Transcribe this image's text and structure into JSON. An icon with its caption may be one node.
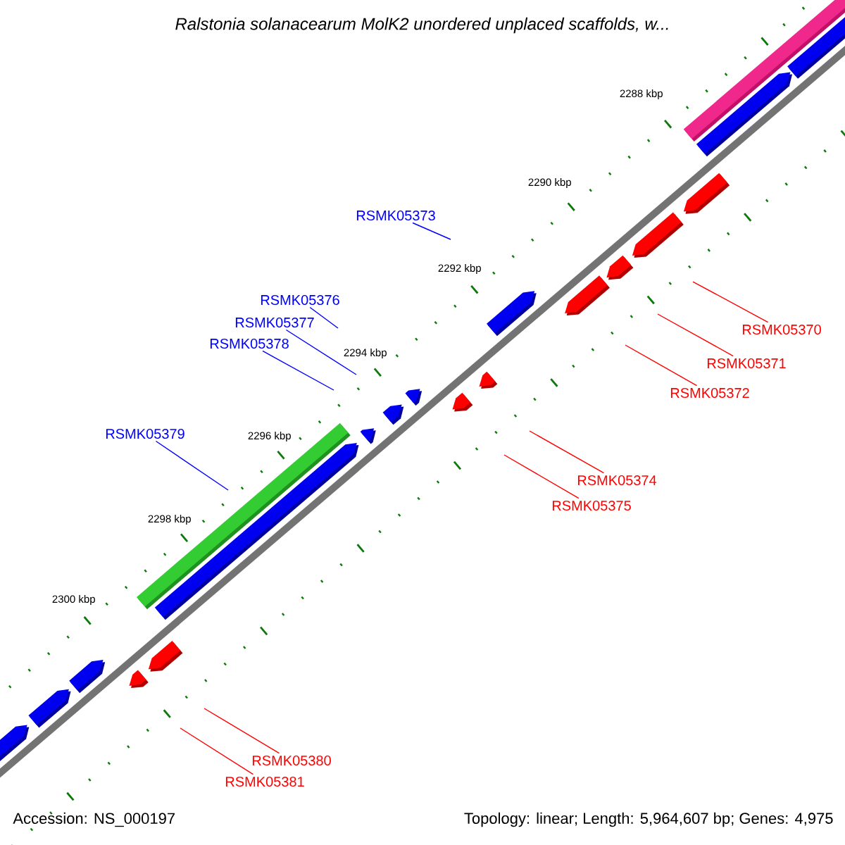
{
  "diagram": {
    "title": "Ralstonia solanacearum MolK2 unordered unplaced scaffolds, w...",
    "nodes": [
      {
        "text": [
          "RSMK05373"
        ]
      },
      {
        "text": [
          "RSMK05376"
        ]
      },
      {
        "text": [
          "RSMK05377"
        ]
      },
      {
        "text": [
          "RSMK05378"
        ]
      },
      {
        "text": [
          "RSMK05370"
        ]
      },
      {
        "text": [
          "RSMK05371"
        ]
      },
      {
        "text": [
          "RSMK05372"
        ]
      },
      {
        "text": [
          "RSMK05379"
        ]
      },
      {
        "text": [
          "RSMK05374"
        ]
      },
      {
        "text": [
          "RSMK05375"
        ]
      },
      {
        "text": [
          "RSMK05380"
        ]
      },
      {
        "text": [
          "RSMK05381"
        ]
      }
    ],
    "edges": [
      {
        "from": 0,
        "to": null,
        "arrow": "none",
        "color": "#0000ff"
      },
      {
        "from": 1,
        "to": null,
        "arrow": "none",
        "color": "#0000ff"
      },
      {
        "from": 2,
        "to": null,
        "arrow": "none",
        "color": "#0000ff"
      },
      {
        "from": 3,
        "to": null,
        "arrow": "none",
        "color": "#0000ff"
      },
      {
        "from": 4,
        "to": null,
        "arrow": "none"
      },
      {
        "from": 5,
        "to": null,
        "arrow": "none"
      },
      {
        "from": 6,
        "to": null,
        "arrow": "none"
      },
      {
        "from": 7,
        "to": null,
        "arrow": "none",
        "color": "#0000ff"
      },
      {
        "from": 8,
        "to": null,
        "arrow": "none"
      },
      {
        "from": 9,
        "to": null,
        "arrow": "none"
      },
      {
        "from": 10,
        "to": null,
        "arrow": "none"
      },
      {
        "from": 11,
        "to": null,
        "arrow": "none"
      }
    ],
    "labels": [
      "2288 kbp",
      "2290 kbp",
      "2292 kbp",
      "2294 kbp",
      "2296 kbp",
      "2298 kbp",
      "2300 kbp",
      "Accession: NS_000197",
      "Topology: linear; Length: 5,964,607 bp; Genes: 4,975"
    ]
  }
}
